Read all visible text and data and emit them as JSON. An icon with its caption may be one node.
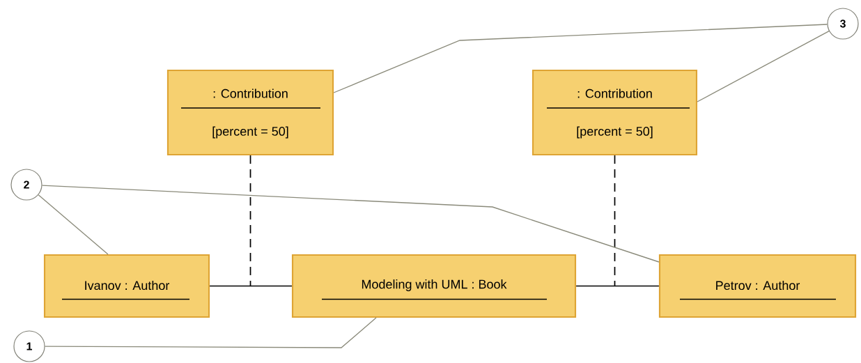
{
  "diagram": {
    "nodes": [
      {
        "text": [
          ": Contribution",
          "[percent = 50]"
        ]
      },
      {
        "text": [
          ": Contribution",
          "[percent = 50]"
        ]
      },
      {
        "text": [
          "Ivanov : Author"
        ]
      },
      {
        "text": [
          "Modeling with UML : Book"
        ]
      },
      {
        "text": [
          "Petrov : Author"
        ]
      },
      {
        "text": [
          "1"
        ]
      },
      {
        "text": [
          "2"
        ]
      },
      {
        "text": [
          "3"
        ]
      }
    ],
    "edges": [
      {
        "from": 2,
        "to": 3,
        "arrow": "none",
        "color": "#000000"
      },
      {
        "from": 3,
        "to": 4,
        "arrow": "none",
        "color": "#000000"
      },
      {
        "from": 0,
        "to": null,
        "arrow": "none",
        "style": "dashed",
        "color": "#000000"
      },
      {
        "from": 1,
        "to": null,
        "arrow": "none",
        "style": "dashed",
        "color": "#000000"
      },
      {
        "from": 5,
        "to": 3,
        "arrow": "none",
        "color": "#8a8a7a"
      },
      {
        "from": 6,
        "to": 2,
        "arrow": "none",
        "color": "#8a8a7a"
      },
      {
        "from": 6,
        "to": 4,
        "arrow": "none",
        "color": "#8a8a7a"
      },
      {
        "from": 7,
        "to": 0,
        "arrow": "none",
        "color": "#8a8a7a"
      },
      {
        "from": 7,
        "to": 1,
        "arrow": "none",
        "color": "#8a8a7a"
      }
    ]
  }
}
